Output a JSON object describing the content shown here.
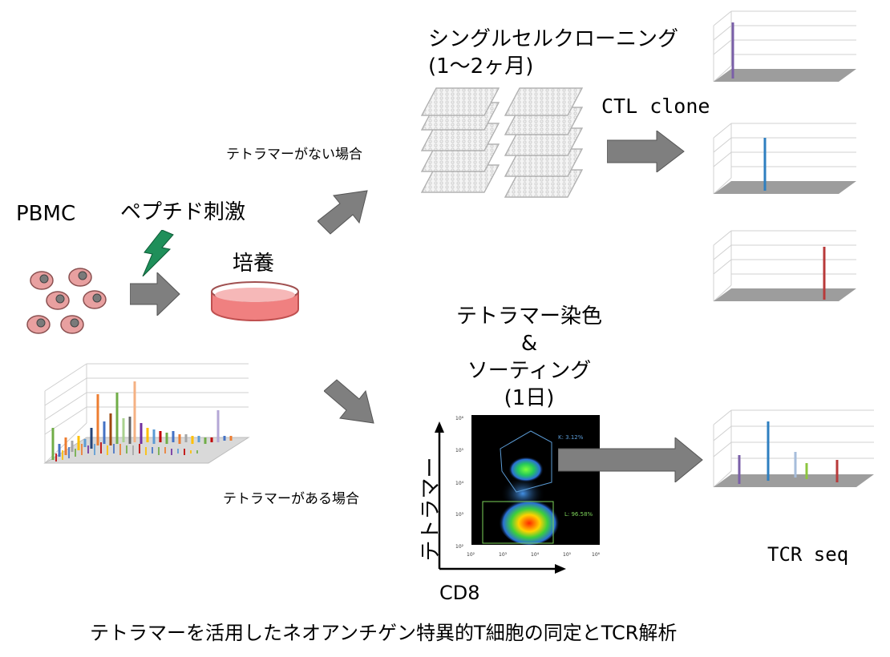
{
  "labels": {
    "pbmc": "PBMC",
    "peptide_stim": "ペプチド刺激",
    "culture": "培養",
    "no_tetramer": "テトラマーがない場合",
    "with_tetramer": "テトラマーがある場合",
    "single_cell_cloning_line1": "シングルセルクローニング",
    "single_cell_cloning_line2": "(1〜2ヶ月)",
    "ctl_clone": "CTL clone",
    "tetramer_stain_line1": "テトラマー染色",
    "tetramer_stain_line2": "&",
    "tetramer_stain_line3": "ソーティング",
    "tetramer_stain_line4": "(1日)",
    "tcr_seq": "TCR seq",
    "y_axis": "テトラマー",
    "x_axis": "CD8",
    "caption": "テトラマーを活用したネオアンチゲン特異的T細胞の同定とTCR解析"
  },
  "facs": {
    "gate_k": "K: 3.12%",
    "gate_l": "L: 96.58%",
    "y_ticks": [
      "10⁶",
      "10⁵",
      "10⁴",
      "10³",
      "10²"
    ],
    "x_ticks": [
      "10²",
      "10³",
      "10⁴",
      "10⁵",
      "10⁶"
    ]
  },
  "colors": {
    "arrow_gray": "#7f7f7f",
    "lightning_green": "#1f8f5a",
    "dish_red": "#f08080",
    "cell_pink": "#e8a0a0",
    "gate_k_color": "#5b9bd5",
    "gate_l_color": "#7dd35a",
    "clone1": "#7a5fa8",
    "clone2": "#2e7fc0",
    "clone3": "#b83a3a"
  }
}
